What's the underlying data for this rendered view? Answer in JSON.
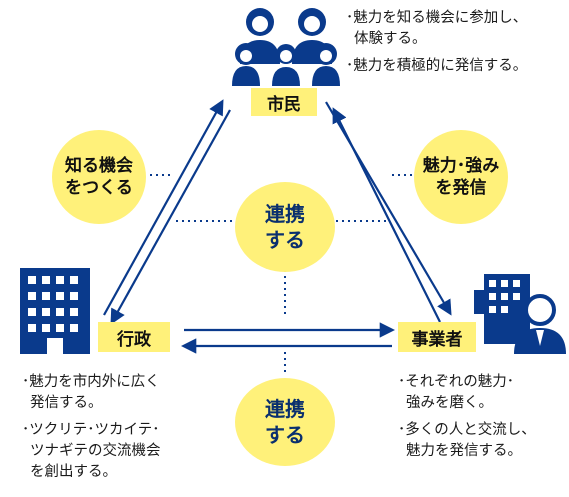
{
  "nodes": {
    "citizen": "市民",
    "government": "行政",
    "business": "事業者"
  },
  "circles": {
    "know": [
      "知る機会",
      "をつくる"
    ],
    "strength": [
      "魅力･強み",
      "を発信"
    ],
    "center": [
      "連携",
      "する"
    ],
    "bottom": [
      "連携",
      "する"
    ]
  },
  "notes": {
    "citizen": [
      "･魅力を知る機会に参加し、",
      "体験する。",
      "･魅力を積極的に発信する。"
    ],
    "government": [
      "･魅力を市内外に広く",
      "発信する。",
      "･ツクリテ･ツカイテ･",
      "ツナギテの交流機会",
      "を創出する。"
    ],
    "business": [
      "･それぞれの魅力･",
      "強みを磨く。",
      "･多くの人と交流し、",
      "魅力を発信する。"
    ]
  },
  "colors": {
    "arrow": "#0a3a8c",
    "label_bg": "#fff17a",
    "circle_bg": "#fff17a",
    "circle_text": "#0a2f6e",
    "icon": "#0a3a8c",
    "dotted": "#0a3a8c"
  },
  "icons": [
    "people-family-icon",
    "government-building-icon",
    "business-person-icon"
  ]
}
